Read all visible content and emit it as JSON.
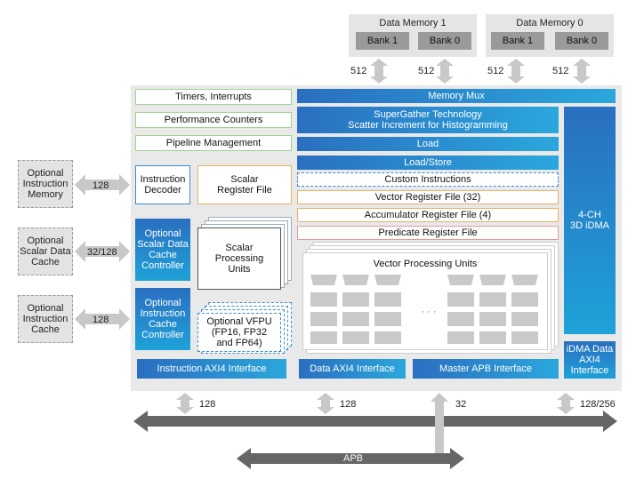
{
  "memory": {
    "dm1": {
      "title": "Data Memory 1",
      "bank1": "Bank 1",
      "bank0": "Bank 0"
    },
    "dm0": {
      "title": "Data Memory 0",
      "bank1": "Bank 1",
      "bank0": "Bank 0"
    },
    "widths": [
      "512",
      "512",
      "512",
      "512"
    ]
  },
  "left": {
    "timers": "Timers, Interrupts",
    "perf": "Performance Counters",
    "pipeline": "Pipeline Management",
    "decoder": "Instruction\nDecoder",
    "scalar_rf": "Scalar\nRegister File",
    "opt_sdc_ctrl": "Optional\nScalar Data\nCache\nController",
    "spu": "Scalar\nProcessing\nUnits",
    "opt_ic_ctrl": "Optional\nInstruction\nCache\nController",
    "vfpu": "Optional VFPU\n(FP16, FP32\nand FP64)",
    "instr_axi": "Instruction AXI4 Interface"
  },
  "center": {
    "mux": "Memory Mux",
    "supergather": "SuperGather Technology\nScatter Increment for Histogramming",
    "load": "Load",
    "loadstore": "Load/Store",
    "custom": "Custom Instructions",
    "vrf": "Vector Register File (32)",
    "arf": "Accumulator Register File (4)",
    "prf": "Predicate Register File",
    "vpu": "Vector Processing Units",
    "ellipsis": "· · ·",
    "data_axi": "Data AXI4 Interface",
    "master_apb": "Master APB Interface"
  },
  "right": {
    "idma": "4-CH\n3D iDMA",
    "idma_axi": "iDMA Data\nAXI4\nInterface"
  },
  "external": {
    "opt_im": "Optional\nInstruction\nMemory",
    "opt_sdc": "Optional\nScalar Data\nCache",
    "opt_ic": "Optional\nInstruction\nCache",
    "w_im": "128",
    "w_sdc": "32/128",
    "w_ic": "128"
  },
  "bus": {
    "w1": "128",
    "w2": "128",
    "w3": "32",
    "w4": "128/256",
    "apb": "APB"
  },
  "colors": {
    "bus": "#666666",
    "arrow": "#c8c8c8",
    "blue": "#2a8fd0"
  }
}
